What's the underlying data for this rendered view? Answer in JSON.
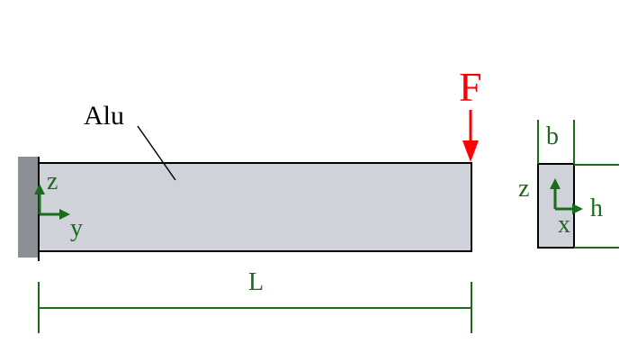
{
  "labels": {
    "material": "Alu",
    "force": "F",
    "length": "L",
    "axis_z_beam": "z",
    "axis_y_beam": "y",
    "width": "b",
    "height": "h",
    "axis_z_section": "z",
    "axis_x_section": "x"
  },
  "colors": {
    "beam_fill": "#cfd3d9",
    "wall_fill": "#8c9096",
    "outline": "#000000",
    "force": "#ff0000",
    "dimension": "#1a6b1a",
    "text_black": "#000000"
  }
}
